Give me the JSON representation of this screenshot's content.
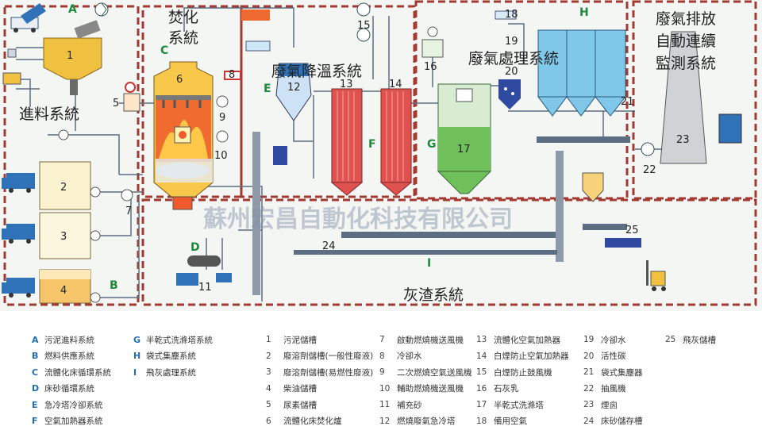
{
  "systems": {
    "feed": "進料系統",
    "incineration": [
      "焚化",
      "系統"
    ],
    "cooling": "廢氣降溫系統",
    "treatment": "廢氣處理系統",
    "monitoring": [
      "廢氣排放",
      "自動連續",
      "監測系統"
    ],
    "ash": "灰渣系統"
  },
  "zone_letters": [
    "A",
    "B",
    "C",
    "D",
    "E",
    "F",
    "G",
    "H",
    "I"
  ],
  "equipment_numbers": [
    "1",
    "2",
    "3",
    "4",
    "5",
    "6",
    "7",
    "8",
    "9",
    "10",
    "11",
    "12",
    "13",
    "14",
    "15",
    "16",
    "17",
    "18",
    "19",
    "20",
    "21",
    "22",
    "23",
    "24",
    "25"
  ],
  "watermark": "蘇州宏昌自動化科技有限公司",
  "legend_systems": [
    {
      "key": "A",
      "label": "污泥進料系統"
    },
    {
      "key": "B",
      "label": "燃料供應系統"
    },
    {
      "key": "C",
      "label": "流體化床循環系統"
    },
    {
      "key": "D",
      "label": "床砂循環系統"
    },
    {
      "key": "E",
      "label": "急冷塔冷卻系統"
    },
    {
      "key": "F",
      "label": "空氣加熱器系統"
    },
    {
      "key": "G",
      "label": "半乾式洗滌塔系統"
    },
    {
      "key": "H",
      "label": "袋式集塵系統"
    },
    {
      "key": "I",
      "label": "飛灰處理系統"
    }
  ],
  "legend_equipment": [
    {
      "num": "1",
      "label": "污泥儲槽"
    },
    {
      "num": "2",
      "label": "廢溶劑儲槽(一般性廢液)"
    },
    {
      "num": "3",
      "label": "廢溶劑儲槽(易燃性廢液)"
    },
    {
      "num": "4",
      "label": "柴油儲槽"
    },
    {
      "num": "5",
      "label": "尿素儲槽"
    },
    {
      "num": "6",
      "label": "流體化床焚化爐"
    },
    {
      "num": "7",
      "label": "啟動燃燒機送風機"
    },
    {
      "num": "8",
      "label": "冷卻水"
    },
    {
      "num": "9",
      "label": "二次燃燒空氣送風機"
    },
    {
      "num": "10",
      "label": "輔助燃燒機送風機"
    },
    {
      "num": "11",
      "label": "補充砂"
    },
    {
      "num": "12",
      "label": "燃燒廢氣急冷塔"
    },
    {
      "num": "13",
      "label": "流體化空氣加熱器"
    },
    {
      "num": "14",
      "label": "白煙防止空氣加熱器"
    },
    {
      "num": "15",
      "label": "白煙防止鼓風機"
    },
    {
      "num": "16",
      "label": "石灰乳"
    },
    {
      "num": "17",
      "label": "半乾式洗滌塔"
    },
    {
      "num": "18",
      "label": "備用空氣"
    },
    {
      "num": "19",
      "label": "冷卻水"
    },
    {
      "num": "20",
      "label": "活性碳"
    },
    {
      "num": "21",
      "label": "袋式集塵器"
    },
    {
      "num": "22",
      "label": "抽風機"
    },
    {
      "num": "23",
      "label": "煙囪"
    },
    {
      "num": "24",
      "label": "床砂儲存槽"
    },
    {
      "num": "25",
      "label": "飛灰儲槽"
    }
  ],
  "colors": {
    "zone_border": "#a33a32",
    "zone_letter": "#1f8a3c",
    "tank_yellow": "#f0c040",
    "flame": "#ef5a2a",
    "pipe": "#5d6d82",
    "tower_blue": "#7fc8ea",
    "scrubber_green": "#6fbf5a",
    "heater_red": "#e0524f"
  }
}
